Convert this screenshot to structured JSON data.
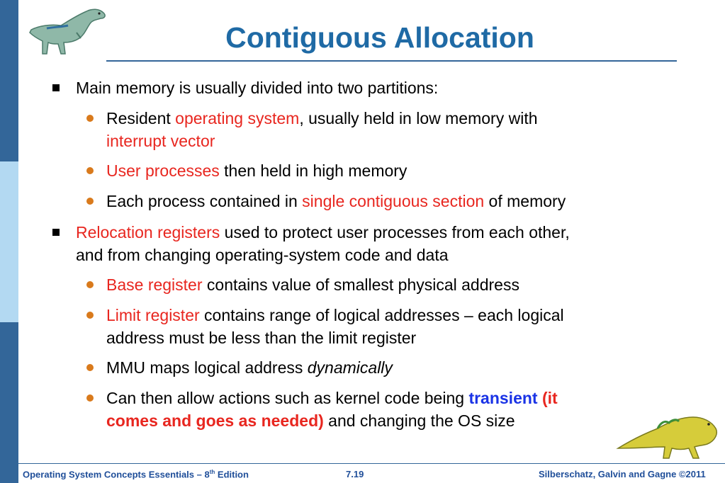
{
  "slide": {
    "title": "Contiguous Allocation"
  },
  "bullets": {
    "b1": {
      "text": "Main memory is usually divided into two partitions:"
    },
    "b1_1": {
      "t1": "Resident ",
      "t2": "operating system",
      "t3": ", usually held in low memory with",
      "t4": "interrupt vector"
    },
    "b1_2": {
      "t1": "User processes",
      "t2": " then held in high memory"
    },
    "b1_3": {
      "t1": "Each process contained in ",
      "t2": "single contiguous section",
      "t3": " of memory"
    },
    "b2": {
      "t1": "Relocation registers",
      "t2": " used to protect user processes from each other,",
      "t3": "and from changing operating-system code and data"
    },
    "b2_1": {
      "t1": "Base register",
      "t2": " contains value of smallest physical address"
    },
    "b2_2": {
      "t1": "Limit register",
      "t2": " contains range of logical addresses – each logical",
      "t3": "address must be less than the limit register"
    },
    "b2_3": {
      "t1": "MMU maps logical address ",
      "t2": "dynamically"
    },
    "b2_4": {
      "t1": "Can then allow actions such as kernel code being ",
      "t2": "transient",
      "t3": " (it",
      "t4": "comes and goes as needed)",
      "t5": " and changing the OS size"
    }
  },
  "footer": {
    "left_pre": "Operating System Concepts Essentials – 8",
    "left_sup": "th",
    "left_post": " Edition",
    "center": "7.19",
    "right": "Silberschatz, Galvin and Gagne ©2011"
  },
  "colors": {
    "title": "#1f6aa5",
    "highlight_red": "#e8261f",
    "highlight_blue": "#1a33e6",
    "bullet_dot": "#d97a1c",
    "side_band_dark": "#336699",
    "side_band_light": "#b3d9f2"
  },
  "icons": {
    "top_left": "dinosaur-icon",
    "bottom_right": "dinosaur-icon"
  }
}
